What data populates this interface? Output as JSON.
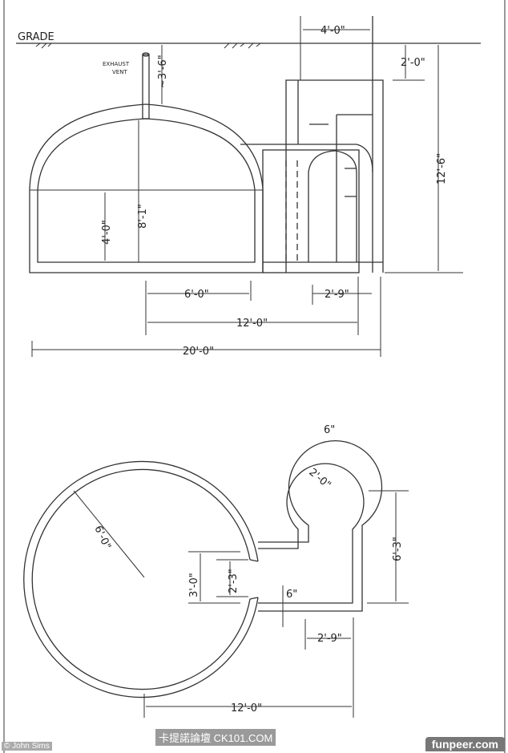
{
  "section": {
    "grade_label": "GRADE",
    "vent_label_1": "EXHAUST",
    "vent_label_2": "VENT",
    "dims": {
      "shaft_width": "4'-0\"",
      "shaft_above": "2'-0\"",
      "total_depth": "12'-6\"",
      "cover": "~3'-6\"",
      "dome_height": "8'-1\"",
      "wall_height": "4'-0\"",
      "half_width": "6'-0\"",
      "shaft_inner": "2'-9\"",
      "radius_span": "12'-0\"",
      "overall": "20'-0\""
    }
  },
  "plan": {
    "dims": {
      "wall_thickness": "6\"",
      "small_radius": "2'-0\"",
      "large_radius": "6'-0\"",
      "opening_outer": "3'-0\"",
      "opening_inner": "2'-3\"",
      "tunnel_wall": "6\"",
      "tunnel_length": "6'-3\"",
      "shaft_width": "2'-9\"",
      "span": "12'-0\""
    }
  },
  "watermarks": {
    "copyright": "© John Sims",
    "forum": "卡提諾論壇 CK101.COM",
    "site": "funpeer.com"
  }
}
